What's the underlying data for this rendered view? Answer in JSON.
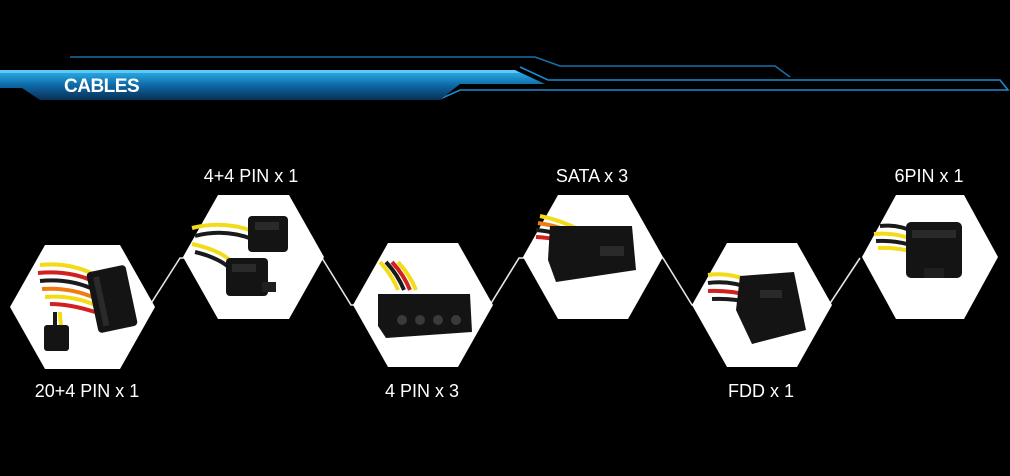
{
  "header": {
    "title": "CABLES"
  },
  "cables": [
    {
      "label": "20+4 PIN x 1",
      "icon": "atx-24pin-connector-icon"
    },
    {
      "label": "4+4 PIN x 1",
      "icon": "eps-8pin-connector-icon"
    },
    {
      "label": "4 PIN x 3",
      "icon": "molex-4pin-connector-icon"
    },
    {
      "label": "SATA x 3",
      "icon": "sata-power-connector-icon"
    },
    {
      "label": "FDD x 1",
      "icon": "fdd-power-connector-icon"
    },
    {
      "label": "6PIN x 1",
      "icon": "pcie-6pin-connector-icon"
    }
  ],
  "colors": {
    "background": "#000000",
    "banner_accent": "#1fa6e0",
    "banner_dark": "#0b3e6b",
    "hexagon_fill": "#ffffff",
    "zigzag_line": "#ffffff",
    "wire_yellow": "#f2dc1a",
    "wire_black": "#1a1a1a",
    "wire_red": "#d21f1f",
    "wire_orange": "#ef7c12",
    "connector_body": "#141414"
  }
}
